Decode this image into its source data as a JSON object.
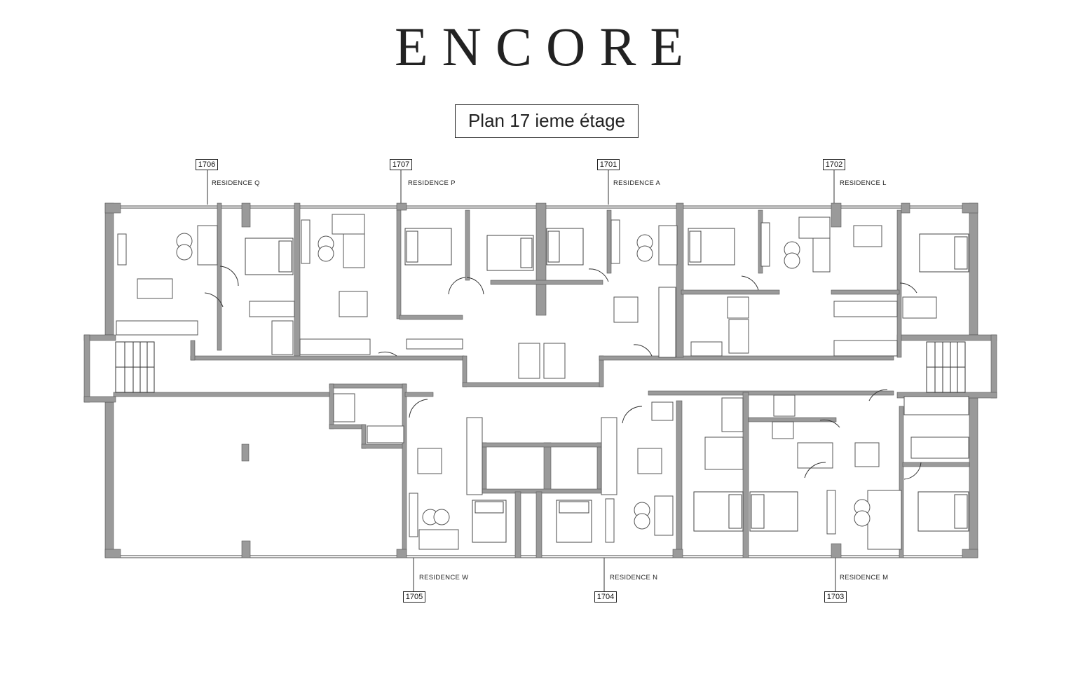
{
  "header": {
    "brand": "ENCORE",
    "plan_title": "Plan 17 ieme étage"
  },
  "units_top": [
    {
      "number": "1706",
      "residence": "RESIDENCE Q"
    },
    {
      "number": "1707",
      "residence": "RESIDENCE P"
    },
    {
      "number": "1701",
      "residence": "RESIDENCE A"
    },
    {
      "number": "1702",
      "residence": "RESIDENCE L"
    }
  ],
  "units_bottom": [
    {
      "number": "1705",
      "residence": "RESIDENCE W"
    },
    {
      "number": "1704",
      "residence": "RESIDENCE N"
    },
    {
      "number": "1703",
      "residence": "RESIDENCE M"
    }
  ],
  "colors": {
    "wall": "#9a9a9a",
    "line": "#333333",
    "furniture": "#555555"
  }
}
